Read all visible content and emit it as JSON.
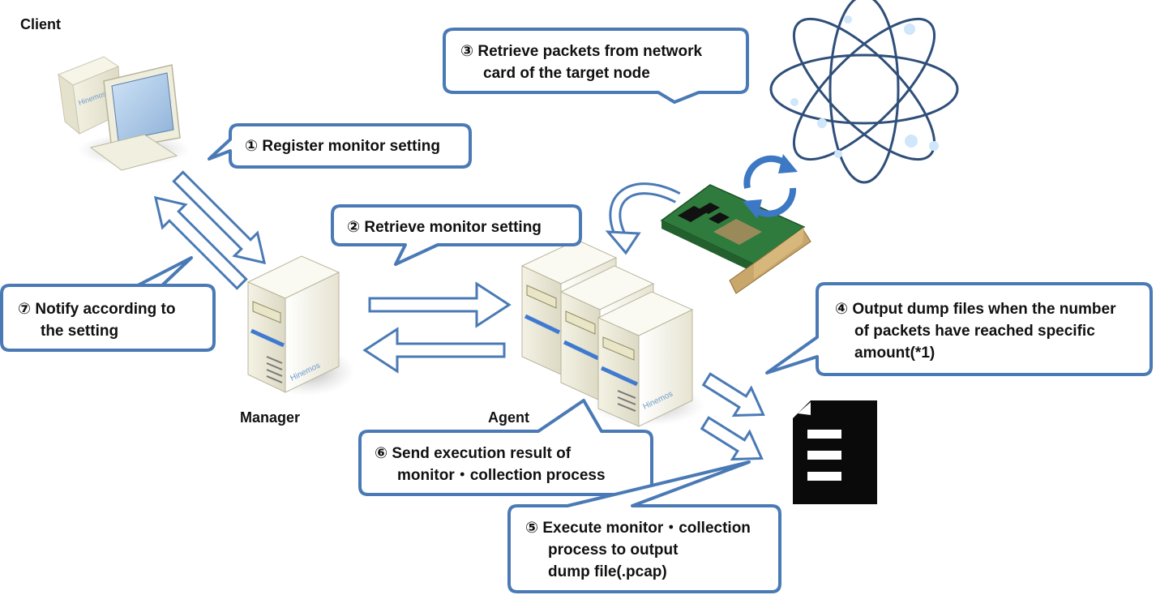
{
  "nodes": {
    "client": "Client",
    "manager": "Manager",
    "agent": "Agent",
    "manager_brand": "Hinemos",
    "agent_brand": "Hinemos",
    "client_brand": "Hinemos"
  },
  "steps": [
    {
      "id": "step1",
      "lines": [
        "① Register monitor setting"
      ]
    },
    {
      "id": "step2",
      "lines": [
        "② Retrieve monitor setting"
      ]
    },
    {
      "id": "step3",
      "lines": [
        "③ Retrieve packets from network",
        "card of the target node"
      ]
    },
    {
      "id": "step4",
      "lines": [
        "④ Output dump files when the number",
        "of packets have reached specific",
        "amount(*1)"
      ]
    },
    {
      "id": "step5",
      "lines": [
        "⑤ Execute monitor・collection",
        "process to output",
        "dump file(.pcap)"
      ]
    },
    {
      "id": "step6",
      "lines": [
        "⑥ Send execution result of",
        "monitor・collection process"
      ]
    },
    {
      "id": "step7",
      "lines": [
        "⑦ Notify according to",
        "the setting"
      ]
    }
  ],
  "colors": {
    "callout_border": "#4a7ab5",
    "arrow_outline": "#4a7ab5",
    "document": "#0a0a0a",
    "network": "#2f4f7a",
    "nic_board": "#3c8a4a"
  },
  "icons": [
    "computer-icon",
    "server-icon",
    "network-card-icon",
    "network-icon",
    "refresh-icon",
    "document-icon"
  ]
}
